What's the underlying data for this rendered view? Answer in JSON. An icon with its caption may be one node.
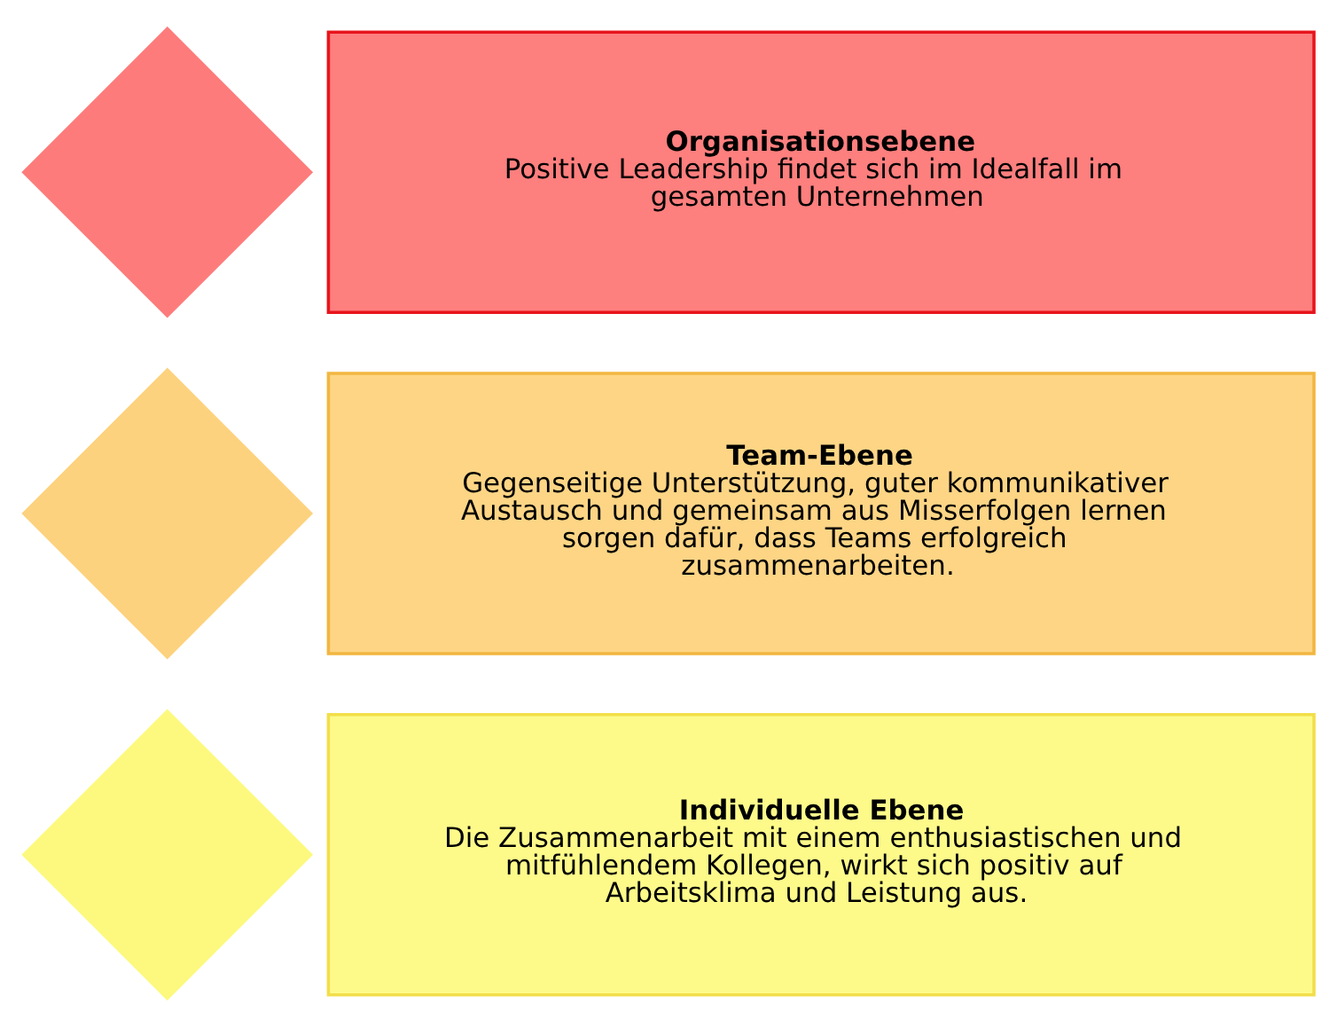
{
  "diagram": {
    "nodes": [
      {
        "text": [],
        "shape": "diamond"
      },
      {
        "text": [
          "Individuelle Ebene",
          "Die Zusammenarbeit mit einem enthusiastischen und mitfühlendem Kollegen, wirkt sich positiv auf Arbeitsklima und Leistung aus."
        ]
      },
      {
        "text": [],
        "shape": "diamond"
      },
      {
        "text": [
          "Team-Ebene",
          "Gegenseitige Unterstützung, guter kommunikativer Austausch und gemeinsam aus Misserfolgen lernen sorgen dafür, dass Teams erfolgreich zusammenarbeiten."
        ]
      },
      {
        "text": [],
        "shape": "diamond"
      },
      {
        "text": [
          "Organisationsebene",
          "Positive Leadership findet sich im Idealfall im gesamten Unternehmen"
        ]
      }
    ]
  }
}
